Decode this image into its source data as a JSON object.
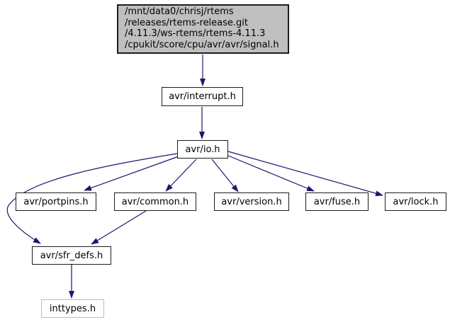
{
  "diagram": {
    "kind": "include-dependency-graph",
    "colors": {
      "edge": "#191970",
      "current_node_fill": "#bfbfbf",
      "node_fill": "#ffffff",
      "node_border": "#1c1c1c",
      "external_node_border": "#bdbdbd",
      "background": "#ffffff",
      "text": "#000000"
    },
    "nodes": {
      "signal": {
        "lines": [
          "/mnt/data0/chrisj/rtems",
          "/releases/rtems-release.git",
          "/4.11.3/ws-rtems/rtems-4.11.3",
          "/cpukit/score/cpu/avr/avr/signal.h"
        ]
      },
      "interrupt": {
        "label": "avr/interrupt.h"
      },
      "io": {
        "label": "avr/io.h"
      },
      "portpins": {
        "label": "avr/portpins.h"
      },
      "common": {
        "label": "avr/common.h"
      },
      "version": {
        "label": "avr/version.h"
      },
      "fuse": {
        "label": "avr/fuse.h"
      },
      "lock": {
        "label": "avr/lock.h"
      },
      "sfr_defs": {
        "label": "avr/sfr_defs.h"
      },
      "inttypes": {
        "label": "inttypes.h"
      }
    },
    "edges": [
      {
        "from": "/cpukit/score/cpu/avr/avr/signal.h",
        "to": "avr/interrupt.h"
      },
      {
        "from": "avr/interrupt.h",
        "to": "avr/io.h"
      },
      {
        "from": "avr/io.h",
        "to": "avr/portpins.h"
      },
      {
        "from": "avr/io.h",
        "to": "avr/common.h"
      },
      {
        "from": "avr/io.h",
        "to": "avr/version.h"
      },
      {
        "from": "avr/io.h",
        "to": "avr/fuse.h"
      },
      {
        "from": "avr/io.h",
        "to": "avr/lock.h"
      },
      {
        "from": "avr/io.h",
        "to": "avr/sfr_defs.h"
      },
      {
        "from": "avr/common.h",
        "to": "avr/sfr_defs.h"
      },
      {
        "from": "avr/sfr_defs.h",
        "to": "inttypes.h"
      }
    ]
  }
}
